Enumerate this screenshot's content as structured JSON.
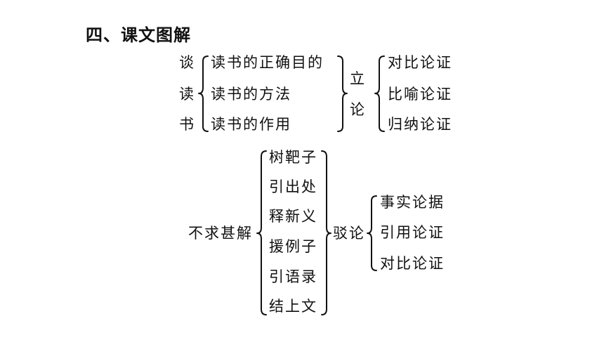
{
  "heading": "四、课文图解",
  "diagram1": {
    "topic_chars": [
      "谈",
      "读",
      "书"
    ],
    "points": [
      "读书的正确目的",
      "读书的方法",
      "读书的作用"
    ],
    "argument_chars": [
      "立",
      "论"
    ],
    "methods": [
      "对比论证",
      "比喻论证",
      "归纳论证"
    ]
  },
  "diagram2": {
    "topic": "不求甚解",
    "points": [
      "树靶子",
      "引出处",
      "释新义",
      "援例子",
      "引语录",
      "结上文"
    ],
    "argument": "驳论",
    "methods": [
      "事实论据",
      "引用论证",
      "对比论证"
    ]
  }
}
